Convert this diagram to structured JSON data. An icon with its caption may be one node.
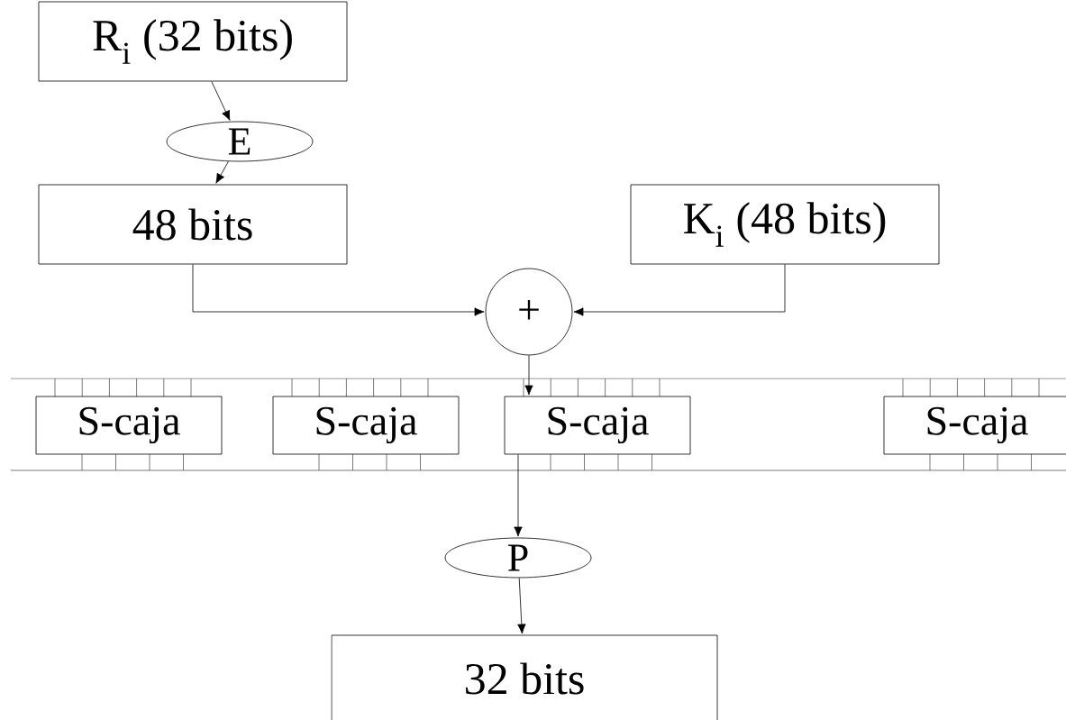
{
  "diagram": {
    "nodes": [
      {
        "text": [
          "R$_{i}$ (32 bits)"
        ]
      },
      {
        "text": [
          "E"
        ]
      },
      {
        "text": [
          "48 bits"
        ]
      },
      {
        "text": [
          "K$_{i}$ (48 bits)"
        ]
      },
      {
        "text": [
          "+"
        ]
      },
      {
        "text": [
          "S-caja"
        ]
      },
      {
        "text": [
          "S-caja"
        ]
      },
      {
        "text": [
          "S-caja"
        ]
      },
      {
        "text": [
          "S-caja"
        ]
      },
      {
        "text": [
          "P"
        ]
      },
      {
        "text": [
          "32 bits"
        ]
      }
    ],
    "edges": [
      {
        "from": 0,
        "to": 1,
        "arrow": "to"
      },
      {
        "from": 1,
        "to": 2,
        "arrow": "to"
      },
      {
        "from": 2,
        "to": 4,
        "arrow": "to"
      },
      {
        "from": 3,
        "to": 4,
        "arrow": "to"
      },
      {
        "from": 4,
        "to": 7,
        "arrow": "to"
      },
      {
        "from": 7,
        "to": 9,
        "arrow": "to"
      },
      {
        "from": 9,
        "to": 10,
        "arrow": "to"
      }
    ]
  }
}
